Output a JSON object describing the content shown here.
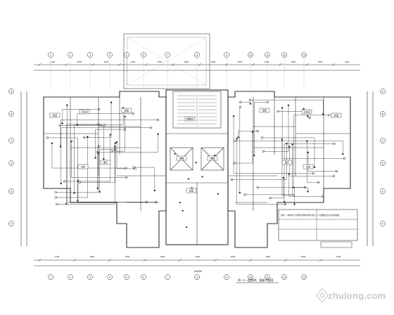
{
  "drawing": {
    "dims_top": [
      "1100",
      "2800",
      "3600",
      "2100",
      "2500",
      "3600",
      "3600",
      "2500",
      "2100",
      "3600",
      "2800",
      "1100"
    ],
    "dims_bottom": [
      "2700",
      "3600",
      "3600",
      "2500",
      "4600",
      "2500",
      "3600",
      "3600",
      "2700"
    ],
    "overall_dim": "36400",
    "axis_top": [
      "1",
      "2",
      "3",
      "4",
      "5",
      "6",
      "7",
      "8",
      "9",
      "10",
      "11",
      "12",
      "13"
    ],
    "axis_side": [
      "A",
      "B",
      "C",
      "D",
      "E",
      "F"
    ],
    "room_labels": [
      "卧室",
      "卧室",
      "主卧",
      "主卧",
      "客厅",
      "客厅",
      "厨房",
      "厨房",
      "卫生间",
      "卫生间",
      "电梯",
      "电梯",
      "楼梯间",
      "前室"
    ],
    "plan_title": "四~十一层照明、插座平面图",
    "legend_note": "说明：1.本层电气平面除注明外均同标准层。 2.导线敷设方式详见系统图。"
  },
  "watermark": {
    "text": "zhulong.com"
  }
}
